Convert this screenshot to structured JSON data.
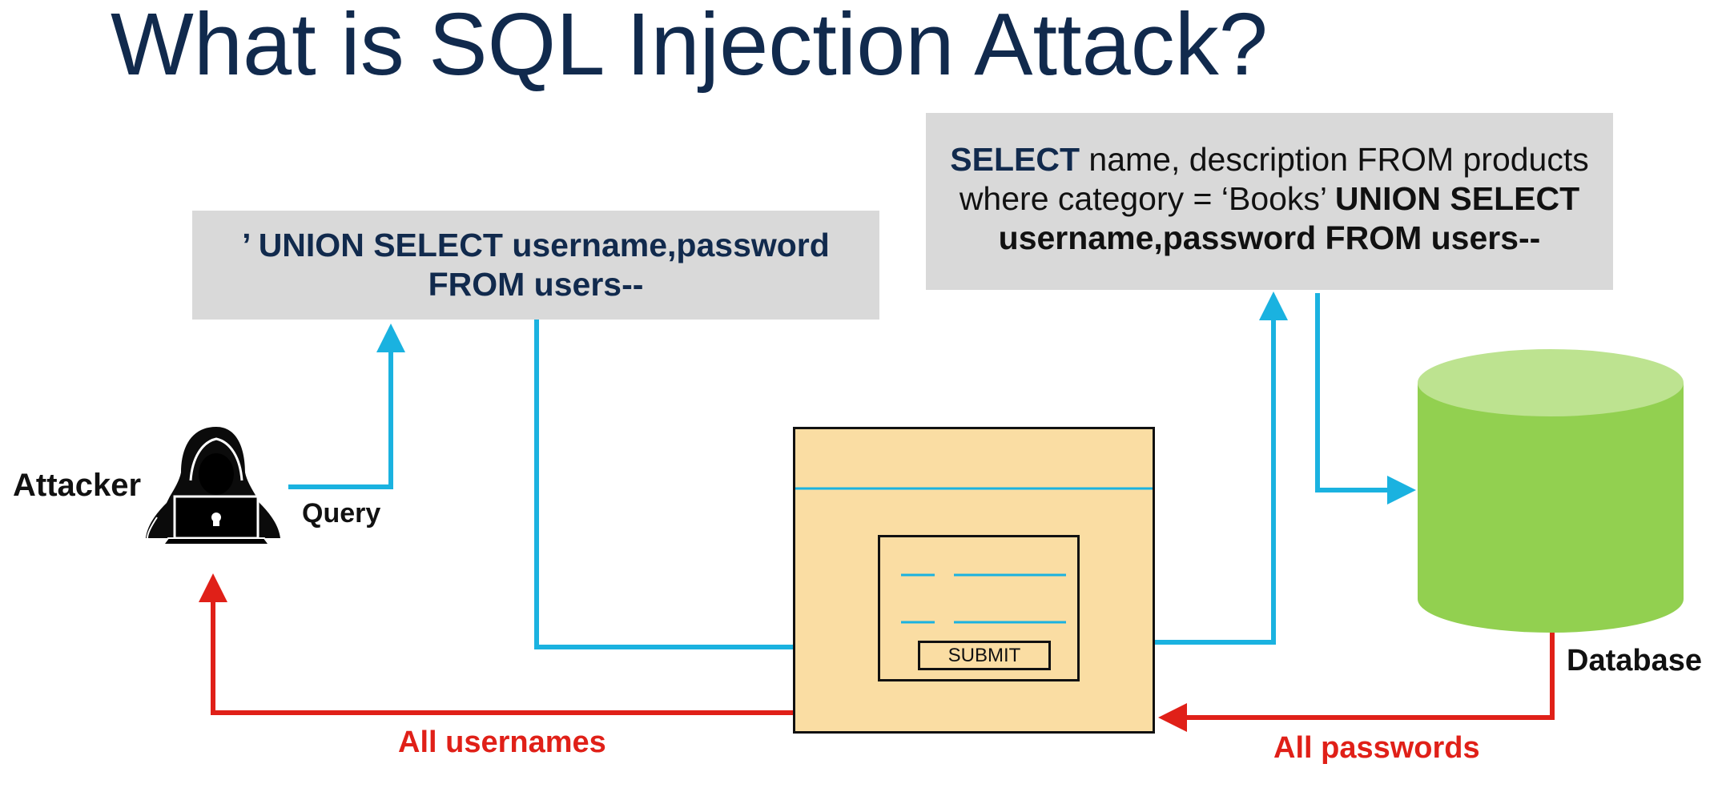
{
  "title": "What is SQL Injection Attack?",
  "payload": {
    "line1": "’ UNION SELECT username,password",
    "line2": "FROM users--"
  },
  "query": {
    "kw_select": "SELECT",
    "part1": " name, description FROM products",
    "part2": "where category = ‘Books’ ",
    "kw_union": "UNION SELECT",
    "line3": "username,password FROM users--"
  },
  "labels": {
    "attacker": "Attacker",
    "query": "Query",
    "database": "Database",
    "all_usernames": "All usernames",
    "all_passwords": "All passwords"
  },
  "form": {
    "submit_label": "SUBMIT"
  },
  "colors": {
    "title": "#112a4d",
    "arrow_request": "#1ab2e0",
    "arrow_response": "#e02018",
    "box_fill": "#d9d9d9",
    "form_fill": "#fadda3",
    "db_body": "#92d050",
    "db_top": "#bde390"
  },
  "icons": {
    "attacker": "hooded-hacker-laptop-icon",
    "database": "database-cylinder-icon"
  }
}
